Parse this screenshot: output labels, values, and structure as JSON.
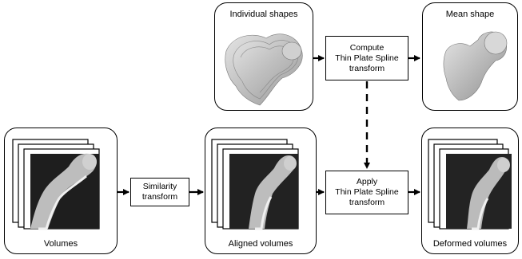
{
  "panels": {
    "individual_shapes": "Individual shapes",
    "mean_shape": "Mean shape",
    "volumes": "Volumes",
    "aligned_volumes": "Aligned volumes",
    "deformed_volumes": "Deformed volumes"
  },
  "boxes": {
    "compute": [
      "Compute",
      "Thin Plate Spline",
      "transform"
    ],
    "similarity": [
      "Similarity",
      "transform"
    ],
    "apply": [
      "Apply",
      "Thin Plate Spline",
      "transform"
    ]
  },
  "colors": {
    "line": "#000000",
    "bone_gray": "#c8c8c8",
    "ct_dark": "#2a2a2a"
  }
}
